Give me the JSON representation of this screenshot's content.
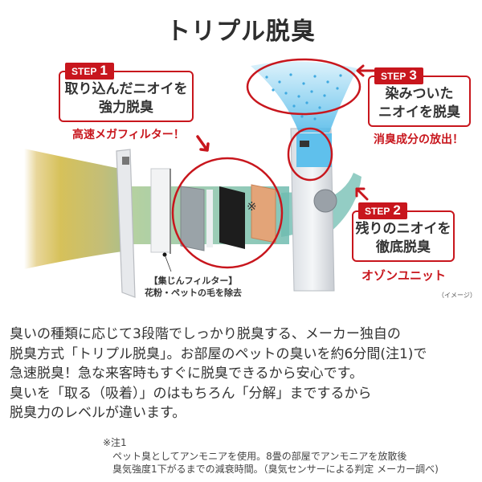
{
  "title": "トリプル脱臭",
  "steps": [
    {
      "tag": "STEP",
      "number": "1",
      "lines": [
        "取り込んだニオイを",
        "強力脱臭"
      ],
      "subtitle": "高速メガフィルター！"
    },
    {
      "tag": "STEP",
      "number": "2",
      "lines": [
        "残りのニオイを",
        "徹底脱臭"
      ],
      "subtitle": "オゾンユニット"
    },
    {
      "tag": "STEP",
      "number": "3",
      "lines": [
        "染みついた",
        "ニオイを脱臭"
      ],
      "subtitle": "消臭成分の放出！"
    }
  ],
  "filter_caption": {
    "line1": "【集じんフィルター】",
    "line2": "花粉・ペットの毛を除去"
  },
  "image_note": "（イメージ）",
  "body_lines": [
    "臭いの種類に応じて3段階でしっかり脱臭する、メーカー独自の",
    "脱臭方式「トリプル脱臭」。お部屋のペットの臭いを約6分間(注1)で",
    "急速脱臭！急な来客時もすぐに脱臭できるから安心です。",
    "臭いを「取る（吸着）」のはもちろん「分解」までするから",
    "脱臭力のレベルが違います。"
  ],
  "note": {
    "label": "※注1",
    "lines": [
      "ペット臭としてアンモニアを使用。8畳の部屋でアンモニアを放散後",
      "臭気強度1下がるまでの減衰時間。（臭気センサーによる判定 メーカー調べ)"
    ]
  },
  "colors": {
    "accent_red": "#c8161d",
    "text": "#333333",
    "odor_yellow": "#d4c15a",
    "clean_teal": "#7bbfb0",
    "mist_blue": "#6ec6ec"
  }
}
